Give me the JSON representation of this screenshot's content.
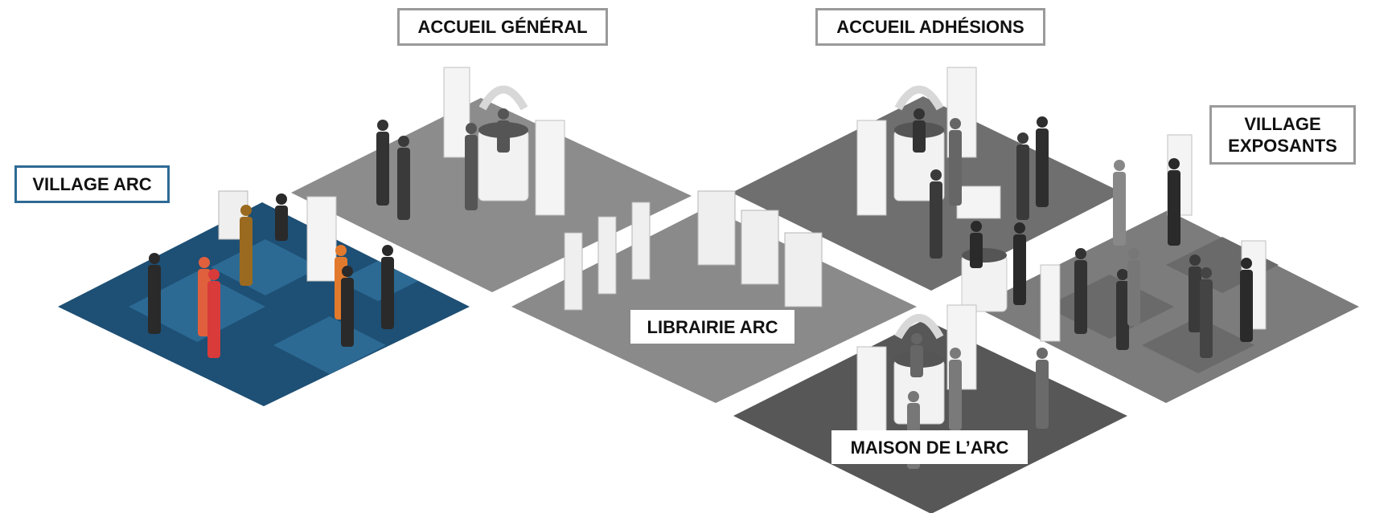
{
  "zones": {
    "accueil_general": "ACCUEIL GÉNÉRAL",
    "accueil_adhesions": "ACCUEIL ADHÉSIONS",
    "village_arc": "VILLAGE ARC",
    "village_exposants_line1": "VILLAGE",
    "village_exposants_line2": "EXPOSANTS",
    "librairie_arc": "LIBRAIRIE ARC",
    "maison_arc": "MAISON DE L’ARC"
  },
  "colors": {
    "village_arc_floor": "#1e4f74",
    "village_arc_tile": "#2c6a94",
    "accent_border": "#2e6a94",
    "neutral_border": "#9a9a9a",
    "floor_light": "#8c8c8c",
    "floor_mid": "#7a7a7a",
    "floor_dark": "#5e5e5e"
  },
  "icons": [
    "person-icon",
    "info-desk-icon",
    "banner-stand-icon",
    "brochure-rack-icon"
  ]
}
